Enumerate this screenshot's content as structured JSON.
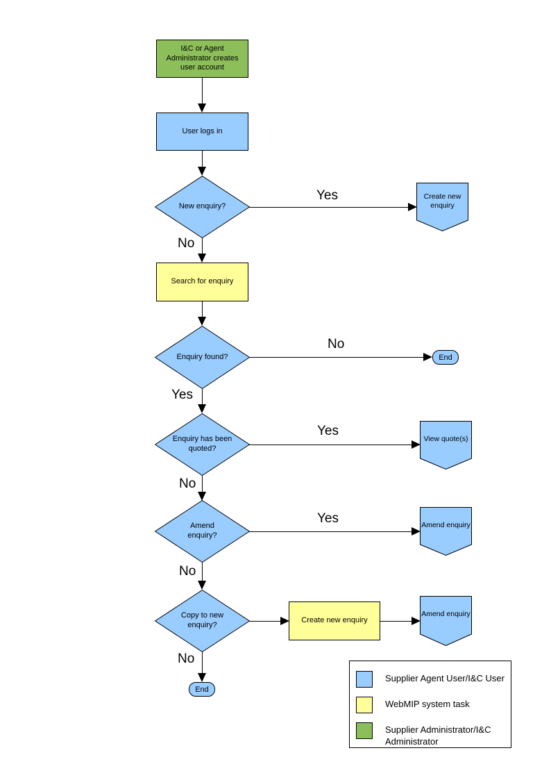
{
  "colors": {
    "node_blue": "#99CCFF",
    "node_yellow": "#FFFF99",
    "node_green": "#8CBF59",
    "border": "#000000"
  },
  "nodes": {
    "admin_creates_account": "I&C or Agent Administrator creates user account",
    "user_logs_in": "User logs in",
    "new_enquiry_q": "New enquiry?",
    "create_new_enquiry_top": "Create new enquiry",
    "search_for_enquiry": "Search for enquiry",
    "enquiry_found_q": "Enquiry found?",
    "end_right": "End",
    "enquiry_quoted_q": "Enquiry has been quoted?",
    "view_quotes": "View quote(s)",
    "amend_enquiry_q": "Amend enquiry?",
    "amend_enquiry_action": "Amend enquiry",
    "copy_to_new_enquiry_q": "Copy to new enquiry?",
    "create_new_enquiry_mid": "Create new enquiry",
    "amend_enquiry_action2": "Amend enquiry",
    "end_bottom": "End"
  },
  "edge_labels": {
    "new_enquiry_yes": "Yes",
    "new_enquiry_no": "No",
    "enquiry_found_no": "No",
    "enquiry_found_yes": "Yes",
    "quoted_yes": "Yes",
    "quoted_no": "No",
    "amend_yes": "Yes",
    "amend_no": "No",
    "copy_no": "No"
  },
  "legend": {
    "items": [
      {
        "color": "#99CCFF",
        "label": "Supplier Agent User/I&C User"
      },
      {
        "color": "#FFFF99",
        "label": "WebMIP system task"
      },
      {
        "color": "#8CBF59",
        "label": "Supplier Administrator/I&C Administrator"
      }
    ]
  }
}
